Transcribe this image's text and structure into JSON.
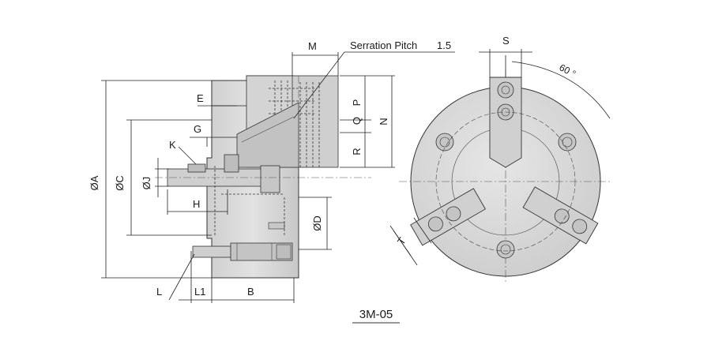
{
  "drawing": {
    "model": "3M-05",
    "serration_label": "Serration Pitch",
    "serration_value": "1.5",
    "angle_label": "60 °",
    "dims": {
      "A": "ØA",
      "C": "ØC",
      "J": "ØJ",
      "D": "ØD",
      "E": "E",
      "G": "G",
      "K": "K",
      "H": "H",
      "L": "L",
      "L1": "L1",
      "B": "B",
      "M": "M",
      "P": "P",
      "Q": "Q",
      "R": "R",
      "N": "N",
      "S": "S",
      "T": "T"
    }
  },
  "colors": {
    "body_fill": "#d9d9d9",
    "body_dark": "#bdbdbd",
    "line": "#222222"
  }
}
